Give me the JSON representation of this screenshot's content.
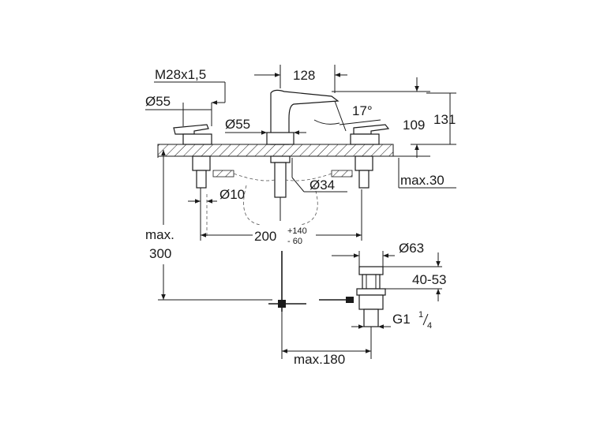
{
  "labels": {
    "thread": "M28x1,5",
    "dia_left": "Ø55",
    "dia_center": "Ø55",
    "spout_reach": "128",
    "angle": "17°",
    "height_109": "109",
    "height_131": "131",
    "max_30": "max.30",
    "dia_34": "Ø34",
    "dia_10": "Ø10",
    "spacing_main": "200",
    "spacing_plus": "+140",
    "spacing_minus": "- 60",
    "max_label": "max.",
    "max_value": "300",
    "dia_63": "Ø63",
    "range_40_53": "40-53",
    "thread_g": "G1",
    "thread_g_num": "1",
    "thread_g_den": "4",
    "max_180": "max.180"
  }
}
